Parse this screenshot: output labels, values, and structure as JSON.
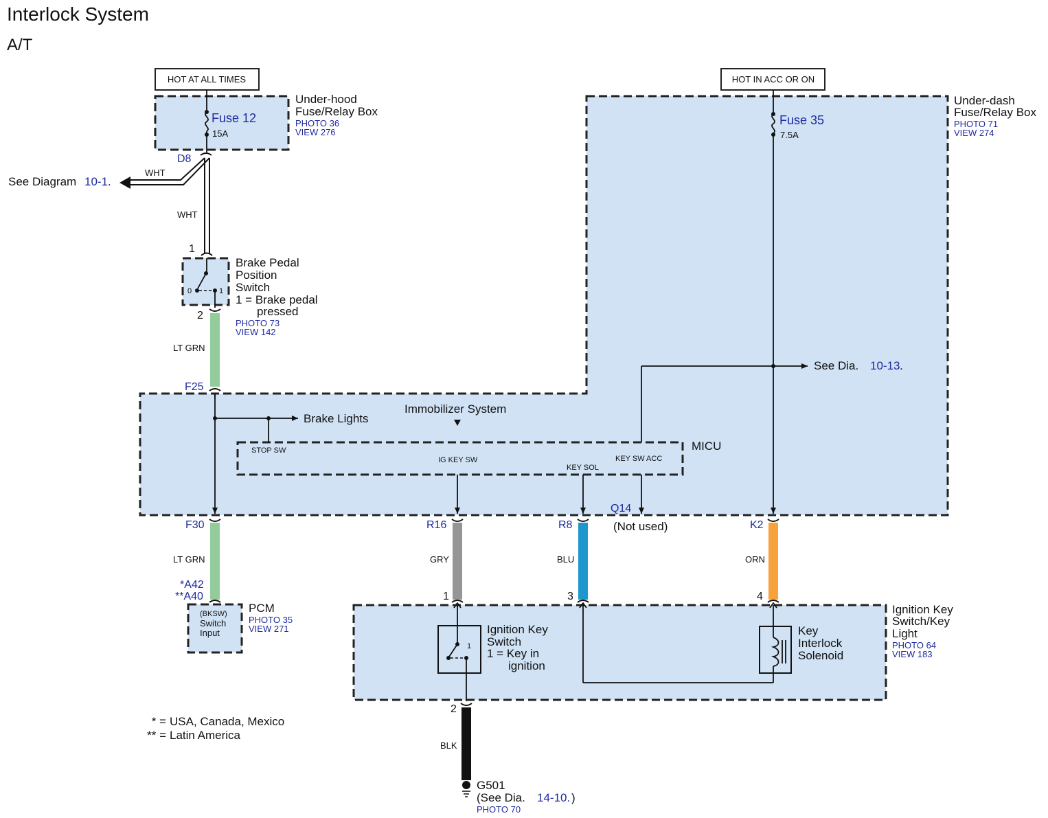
{
  "title": "Interlock System",
  "subtitle": "A/T",
  "power": {
    "left_label": "HOT AT ALL TIMES",
    "right_label": "HOT IN ACC OR ON"
  },
  "underhood": {
    "name_line1": "Under-hood",
    "name_line2": "Fuse/Relay Box",
    "photo": "PHOTO 36",
    "view": "VIEW 276",
    "fuse": "Fuse 12",
    "rating": "15A",
    "connector": "D8"
  },
  "underdash": {
    "name_line1": "Under-dash",
    "name_line2": "Fuse/Relay Box",
    "photo": "PHOTO 71",
    "view": "VIEW 274",
    "fuse": "Fuse 35",
    "rating": "7.5A"
  },
  "see_diagram": {
    "prefix": "See Diagram",
    "link": "10-1",
    "suffix": "."
  },
  "see_dia_13": {
    "prefix": "See  Dia.",
    "link": "10-13",
    "suffix": "."
  },
  "brake_switch": {
    "line1": "Brake Pedal",
    "line2": "Position",
    "line3": "Switch",
    "line4": "1 = Brake pedal",
    "line5": "pressed",
    "photo": "PHOTO 73",
    "view": "VIEW 142",
    "pin_top": "1",
    "pin_bottom": "2",
    "pos0": "0",
    "pos1": "1"
  },
  "micu": {
    "name": "MICU",
    "brake_lights": "Brake Lights",
    "immobilizer": "Immobilizer System",
    "stop_sw": "STOP SW",
    "ig_key_sw": "IG KEY SW",
    "key_sol": "KEY SOL",
    "key_sw_acc": "KEY SW ACC",
    "not_used": "(Not used)"
  },
  "connectors": {
    "f25": "F25",
    "f30": "F30",
    "r16": "R16",
    "r8": "R8",
    "q14": "Q14",
    "k2": "K2",
    "a42": "*A42",
    "a40": "**A40"
  },
  "wires": {
    "wht_out": "WHT",
    "wht": "WHT",
    "ltgrn_top": "LT GRN",
    "ltgrn_bottom": "LT GRN",
    "gry": "GRY",
    "blu": "BLU",
    "orn": "ORN",
    "blk": "BLK"
  },
  "pcm": {
    "name": "PCM",
    "photo": "PHOTO 35",
    "view": "VIEW 271",
    "in1": "(BKSW)",
    "in2": "Switch",
    "in3": "Input"
  },
  "ignition_key": {
    "box_line1": "Ignition Key",
    "box_line2": "Switch/Key",
    "box_line3": "Light",
    "photo": "PHOTO 64",
    "view": "VIEW 183",
    "sw_line1": "Ignition Key",
    "sw_line2": "Switch",
    "sw_line3": "1 = Key in",
    "sw_line4": "ignition",
    "sw_pos1": "1",
    "sol_line1": "Key",
    "sol_line2": "Interlock",
    "sol_line3": "Solenoid",
    "pin1": "1",
    "pin3": "3",
    "pin4": "4",
    "pin2": "2"
  },
  "ground": {
    "name": "G501",
    "see_prefix": "(See Dia.",
    "see_link": "14-10.",
    "see_suffix": ")",
    "photo": "PHOTO 70"
  },
  "legend": {
    "l1_mark": "* =",
    "l1_text": "USA, Canada, Mexico",
    "l2_mark": "** =",
    "l2_text": "Latin America"
  },
  "colors": {
    "box_fill": "#d0e2f4",
    "ref_blue": "#1f2aa0",
    "lt_grn": "#93cc9a",
    "gry": "#959595",
    "blu": "#1e98cc",
    "orn": "#f7a23a",
    "blk": "#111111"
  }
}
